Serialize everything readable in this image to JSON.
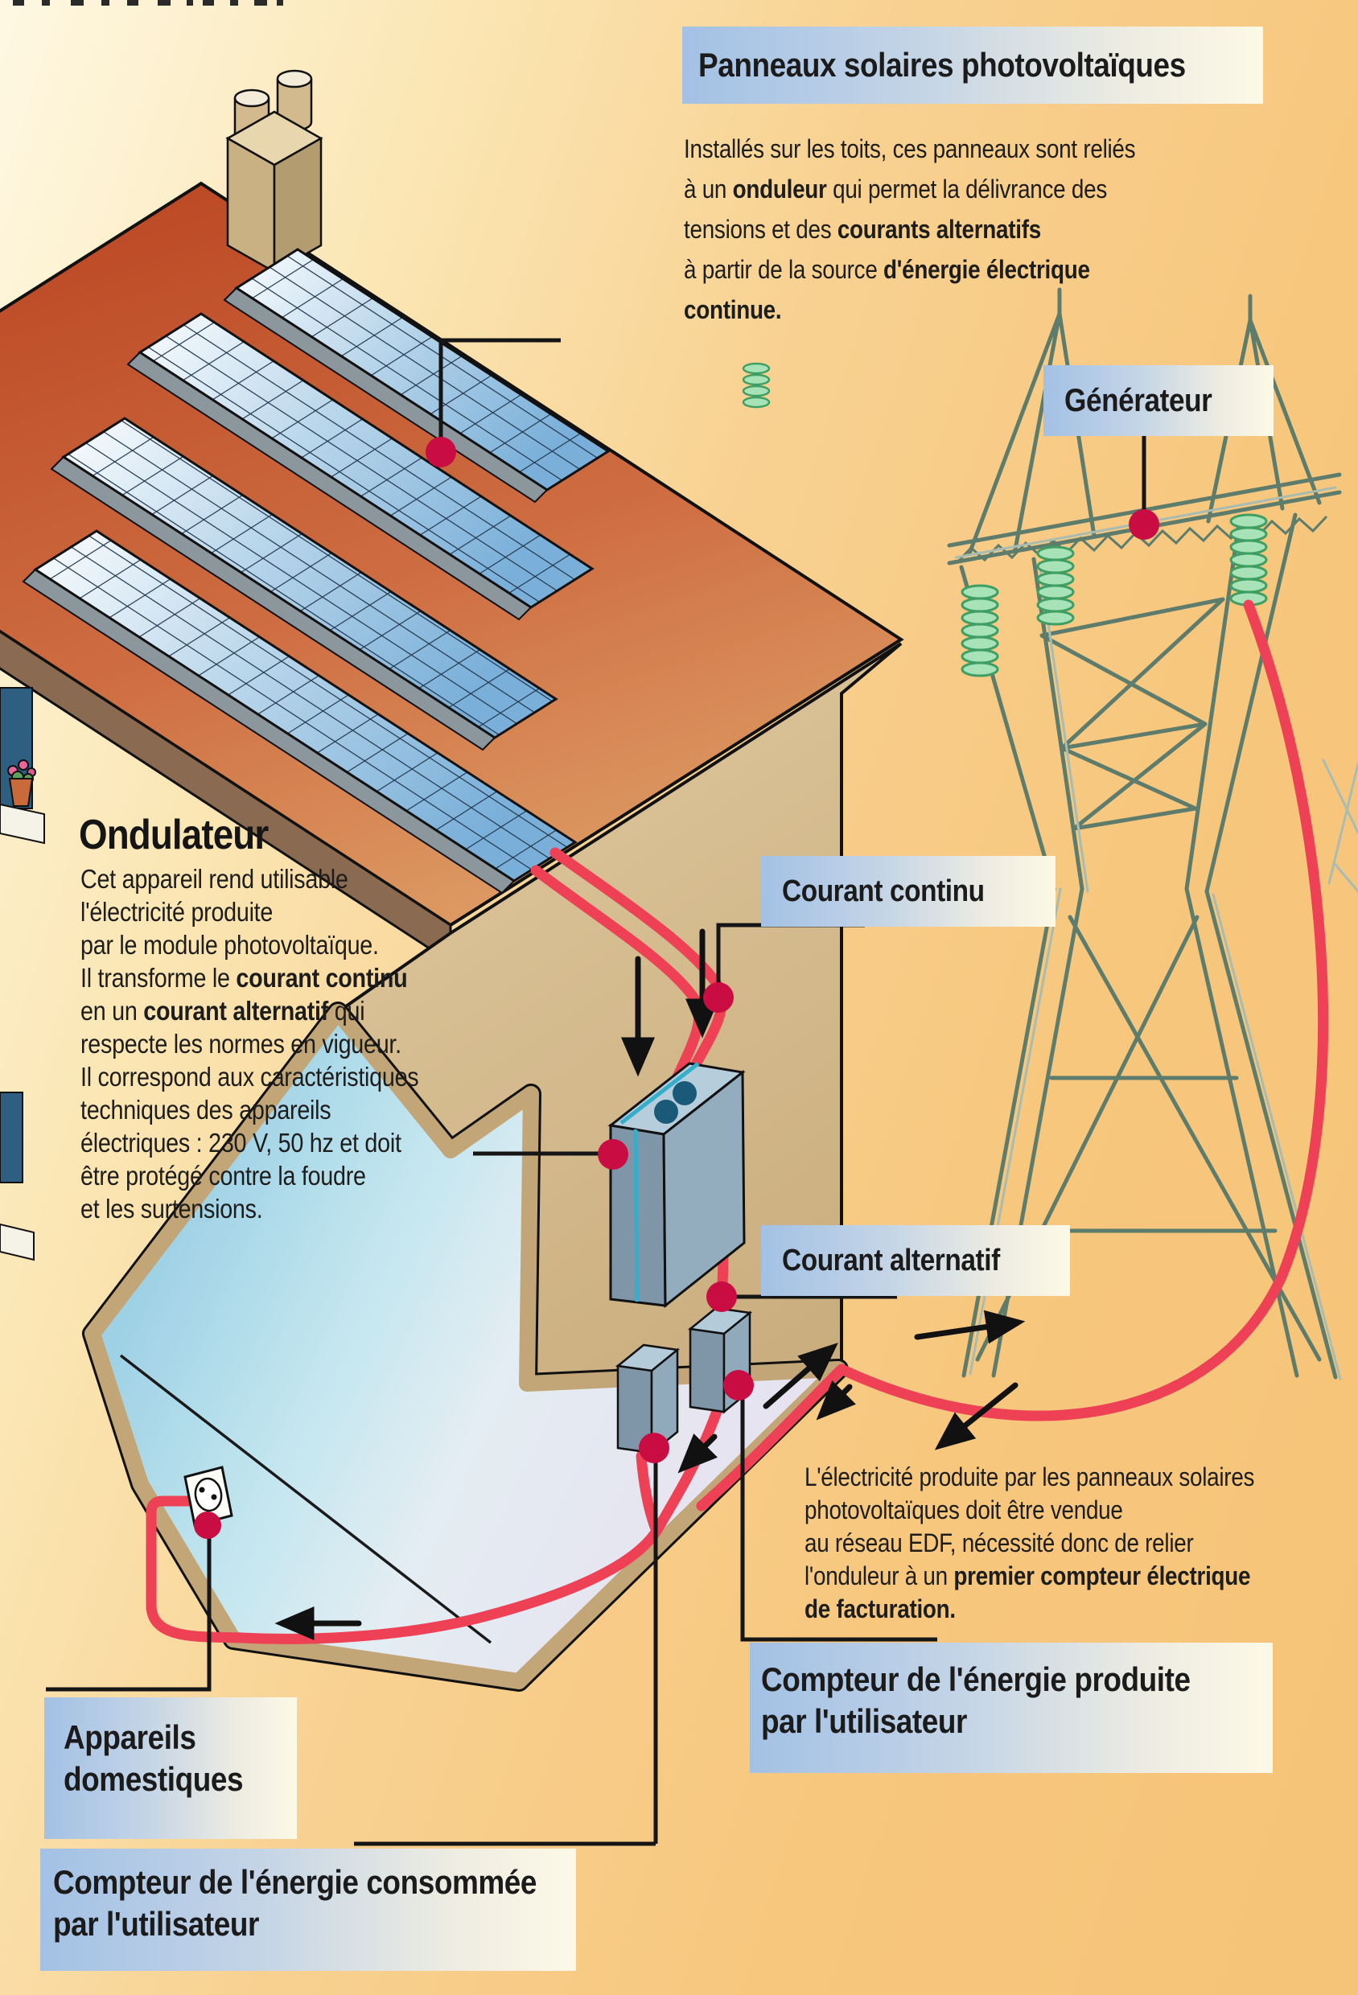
{
  "title_banner": {
    "label": "Panneaux solaires photovoltaïques"
  },
  "headings": {
    "ondulateur": "Ondulateur"
  },
  "labels": {
    "generateur": "Générateur",
    "courant_continu": "Courant continu",
    "courant_alternatif": "Courant alternatif",
    "compteur_produite_l1": "Compteur de l'énergie produite",
    "compteur_produite_l2": "par l'utilisateur",
    "appareils_l1": "Appareils",
    "appareils_l2": "domestiques",
    "compteur_consommee_l1": "Compteur de l'énergie consommée",
    "compteur_consommee_l2": "par l'utilisateur"
  },
  "paragraphs": {
    "panneaux": {
      "lines": [
        [
          {
            "t": "Installés sur les toits, ces panneaux sont reliés"
          }
        ],
        [
          {
            "t": "à un "
          },
          {
            "t": "onduleur",
            "b": true
          },
          {
            "t": " qui permet la délivrance des"
          }
        ],
        [
          {
            "t": "tensions et des "
          },
          {
            "t": "courants alternatifs",
            "b": true
          }
        ],
        [
          {
            "t": "à partir de la source "
          },
          {
            "t": "d'énergie électrique",
            "b": true
          }
        ],
        [
          {
            "t": "continue.",
            "b": true
          }
        ]
      ]
    },
    "ondulateur": {
      "lines": [
        [
          {
            "t": "Cet appareil rend utilisable"
          }
        ],
        [
          {
            "t": "l'électricité produite"
          }
        ],
        [
          {
            "t": "par le module photovoltaïque."
          }
        ],
        [
          {
            "t": "Il transforme le "
          },
          {
            "t": "courant continu",
            "b": true
          }
        ],
        [
          {
            "t": "en un "
          },
          {
            "t": "courant alternatif",
            "b": true
          },
          {
            "t": " qui"
          }
        ],
        [
          {
            "t": "respecte les normes en vigueur."
          }
        ],
        [
          {
            "t": "Il correspond aux caractéristiques"
          }
        ],
        [
          {
            "t": "techniques des appareils"
          }
        ],
        [
          {
            "t": "électriques : 230 V, 50 hz et doit"
          }
        ],
        [
          {
            "t": "être protégé contre la foudre"
          }
        ],
        [
          {
            "t": "et les surtensions."
          }
        ]
      ]
    },
    "edf": {
      "lines": [
        [
          {
            "t": "L'électricité produite par les panneaux solaires"
          }
        ],
        [
          {
            "t": "photovoltaïques doit être vendue"
          }
        ],
        [
          {
            "t": "au réseau EDF, nécessité donc de relier"
          }
        ],
        [
          {
            "t": "l'onduleur à un "
          },
          {
            "t": "premier compteur électrique",
            "b": true
          }
        ],
        [
          {
            "t": "de facturation.",
            "b": true
          }
        ]
      ]
    }
  },
  "colors": {
    "background_orange": "#F7C77E",
    "label_box_blue": "#A3C1E5",
    "roof_red": "#BC4A26",
    "wall_tan": "#CDB384",
    "panel_blue": "#79AFD9",
    "cable_red": "#EE4156",
    "connection_dot_red": "#C90D43",
    "terminal_dot_blue": "#1A5A78",
    "tower_green": "#5E7C6C",
    "insulator_green": "#7FCF9A"
  }
}
